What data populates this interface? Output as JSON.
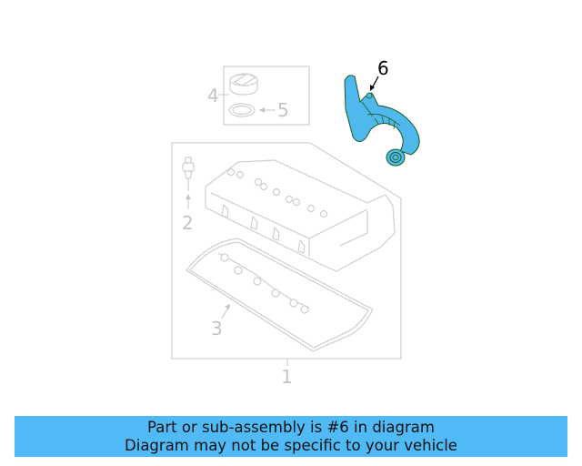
{
  "diagram": {
    "callouts": [
      {
        "number": "1",
        "label": "assembly-box"
      },
      {
        "number": "2",
        "label": "sensor"
      },
      {
        "number": "3",
        "label": "gasket"
      },
      {
        "number": "4",
        "label": "oil-cap"
      },
      {
        "number": "5",
        "label": "cap-seal"
      },
      {
        "number": "6",
        "label": "hose",
        "highlighted": true
      }
    ],
    "highlight_color": "#4fb9ee"
  },
  "banner": {
    "line1": "Part or sub-assembly is #6 in diagram",
    "line2": "Diagram may not be specific to your vehicle",
    "background": "#4fbaf5"
  }
}
